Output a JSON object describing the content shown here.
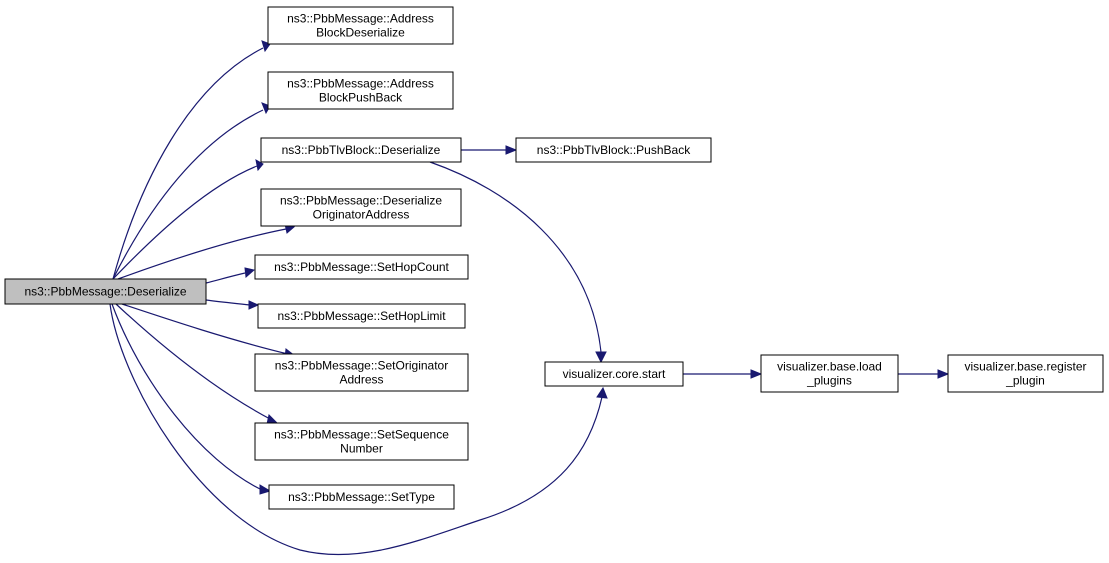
{
  "colors": {
    "edge": "#191970",
    "root_fill": "#bfbfbf",
    "node_fill": "#ffffff",
    "node_border": "#000000"
  },
  "nodes": [
    {
      "id": "root",
      "lines": [
        "ns3::PbbMessage::Deserialize"
      ],
      "root": true
    },
    {
      "id": "addrblockdeser",
      "lines": [
        "ns3::PbbMessage::Address",
        "BlockDeserialize"
      ]
    },
    {
      "id": "addrblockpush",
      "lines": [
        "ns3::PbbMessage::Address",
        "BlockPushBack"
      ]
    },
    {
      "id": "tlvdeser",
      "lines": [
        "ns3::PbbTlvBlock::Deserialize"
      ]
    },
    {
      "id": "origdeser",
      "lines": [
        "ns3::PbbMessage::Deserialize",
        "OriginatorAddress"
      ]
    },
    {
      "id": "sethopcount",
      "lines": [
        "ns3::PbbMessage::SetHopCount"
      ]
    },
    {
      "id": "sethoplimit",
      "lines": [
        "ns3::PbbMessage::SetHopLimit"
      ]
    },
    {
      "id": "setorig",
      "lines": [
        "ns3::PbbMessage::SetOriginator",
        "Address"
      ]
    },
    {
      "id": "setseq",
      "lines": [
        "ns3::PbbMessage::SetSequence",
        "Number"
      ]
    },
    {
      "id": "settype",
      "lines": [
        "ns3::PbbMessage::SetType"
      ]
    },
    {
      "id": "tlvpush",
      "lines": [
        "ns3::PbbTlvBlock::PushBack"
      ]
    },
    {
      "id": "vizstart",
      "lines": [
        "visualizer.core.start"
      ]
    },
    {
      "id": "loadplugins",
      "lines": [
        "visualizer.base.load",
        "_plugins"
      ]
    },
    {
      "id": "registerplugin",
      "lines": [
        "visualizer.base.register",
        "_plugin"
      ]
    }
  ],
  "edges": [
    {
      "from": "root",
      "to": "addrblockdeser"
    },
    {
      "from": "root",
      "to": "addrblockpush"
    },
    {
      "from": "root",
      "to": "tlvdeser"
    },
    {
      "from": "root",
      "to": "origdeser"
    },
    {
      "from": "root",
      "to": "sethopcount"
    },
    {
      "from": "root",
      "to": "sethoplimit"
    },
    {
      "from": "root",
      "to": "setorig"
    },
    {
      "from": "root",
      "to": "setseq"
    },
    {
      "from": "root",
      "to": "settype"
    },
    {
      "from": "root",
      "to": "vizstart"
    },
    {
      "from": "tlvdeser",
      "to": "tlvpush"
    },
    {
      "from": "tlvdeser",
      "to": "vizstart"
    },
    {
      "from": "vizstart",
      "to": "loadplugins"
    },
    {
      "from": "loadplugins",
      "to": "registerplugin"
    }
  ]
}
